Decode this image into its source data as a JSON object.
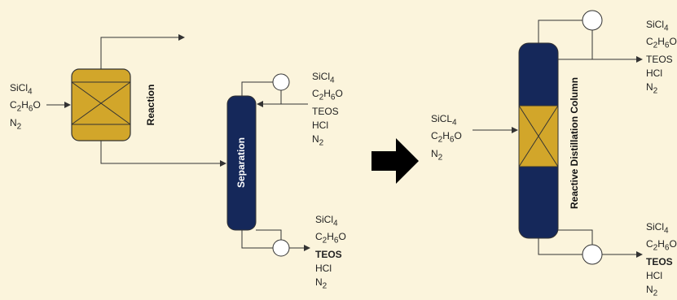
{
  "labels": {
    "reaction": "Reaction",
    "separation": "Separation",
    "rdc": "Reactive Distillation Column"
  },
  "streams": {
    "feed_left": [
      "SiCl4",
      "C2H6O",
      "N2"
    ],
    "sep_top": [
      "SiCl4",
      "C2H6O",
      "TEOS",
      "HCl",
      "N2"
    ],
    "sep_bottom": [
      "SiCl4",
      "C2H6O",
      "TEOS",
      "HCl",
      "N2"
    ],
    "feed_right": [
      "SiCL4",
      "C2H6O",
      "N2"
    ],
    "rdc_top": [
      "SiCl4",
      "C2H6O",
      "TEOS",
      "HCl",
      "N2"
    ],
    "rdc_bottom": [
      "SiCl4",
      "C2H6O",
      "TEOS",
      "HCl",
      "N2"
    ]
  },
  "colors": {
    "background": "#fbf4dc",
    "vessel_gold": "#d2a62a",
    "column_navy": "#15285a",
    "line": "#333333",
    "arrow": "#000000"
  }
}
